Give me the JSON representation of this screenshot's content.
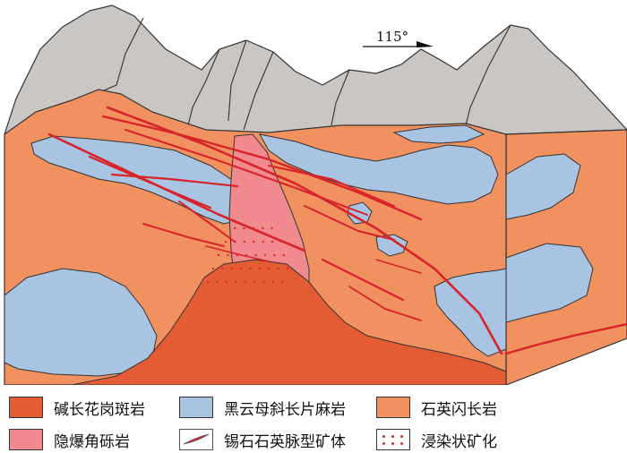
{
  "figure": {
    "strike_label": "115°"
  },
  "colors": {
    "mountain": "#c9c6c4",
    "quartz_diorite": "#f0915f",
    "gneiss": "#a9c3e3",
    "breccia": "#f08a8f",
    "porphyry": "#e45c33",
    "orebody": "#d8232a",
    "dissemination": "#e0262b",
    "outline": "#333333"
  },
  "legend": [
    {
      "key": "porphyry",
      "label": "碱长花岗斑岩",
      "swatch": "fill"
    },
    {
      "key": "gneiss",
      "label": "黑云母斜长片麻岩",
      "swatch": "fill"
    },
    {
      "key": "quartz_diorite",
      "label": "石英闪长岩",
      "swatch": "fill"
    },
    {
      "key": "breccia",
      "label": "隐爆角砾岩",
      "swatch": "fill"
    },
    {
      "key": "orebody",
      "label": "锡石石英脉型矿体",
      "swatch": "vein"
    },
    {
      "key": "dissemination",
      "label": "浸染状矿化",
      "swatch": "dots"
    }
  ]
}
